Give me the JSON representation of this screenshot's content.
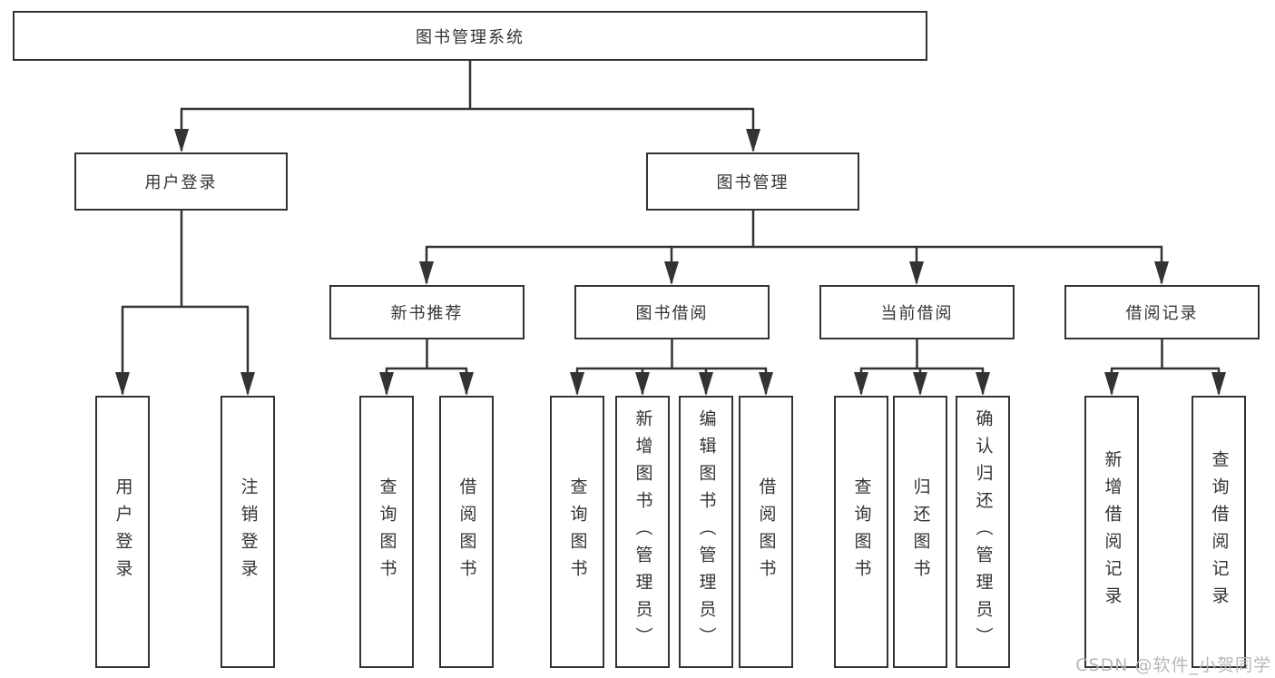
{
  "tree": {
    "label": "图书管理系统",
    "children": [
      {
        "label": "用户登录",
        "children": [
          {
            "label": "用户登录"
          },
          {
            "label": "注销登录"
          }
        ]
      },
      {
        "label": "图书管理",
        "children": [
          {
            "label": "新书推荐",
            "children": [
              {
                "label": "查询图书"
              },
              {
                "label": "借阅图书"
              }
            ]
          },
          {
            "label": "图书借阅",
            "children": [
              {
                "label": "查询图书"
              },
              {
                "label": "新增图书（管理员）"
              },
              {
                "label": "编辑图书（管理员）"
              },
              {
                "label": "借阅图书"
              }
            ]
          },
          {
            "label": "当前借阅",
            "children": [
              {
                "label": "查询图书"
              },
              {
                "label": "归还图书"
              },
              {
                "label": "确认归还（管理员）"
              }
            ]
          },
          {
            "label": "借阅记录",
            "children": [
              {
                "label": "新增借阅记录"
              },
              {
                "label": "查询借阅记录"
              }
            ]
          }
        ]
      }
    ]
  },
  "watermark": {
    "text": "CSDN @软件_小贺同学"
  },
  "colors": {
    "line": "#333333",
    "box_border": "#333333",
    "text": "#333333",
    "background": "#ffffff",
    "watermark": "#b7b7b7"
  }
}
